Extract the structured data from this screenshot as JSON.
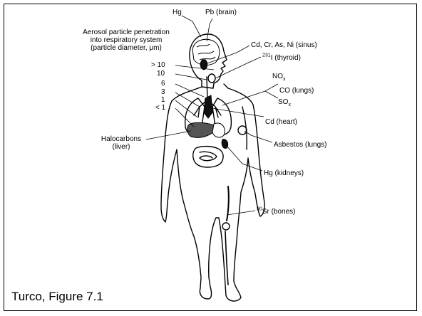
{
  "slide": {
    "caption": "Turco, Figure 7.1"
  },
  "labels": {
    "hg_top": "Hg",
    "pb": "Pb (brain)",
    "aerosol_line1": "Aerosol particle penetration",
    "aerosol_line2": "into respiratory system",
    "aerosol_line3_pre": "(particle diameter, ",
    "aerosol_unit": "μm",
    "aerosol_line3_post": ")",
    "sizes": [
      "> 10",
      "10",
      "6",
      "3",
      "1",
      "< 1"
    ],
    "metals_sinus": "Cd, Cr, As, Ni (sinus)",
    "iodine_sup": "231",
    "iodine_text": "I (thyroid)",
    "nox_base": "NO",
    "nox_sub": "x",
    "co": "CO (lungs)",
    "sox_base": "SO",
    "sox_sub": "x",
    "cd_heart": "Cd (heart)",
    "halocarbons_line1": "Halocarbons",
    "halocarbons_line2": "(liver)",
    "asbestos": "Asbestos (lungs)",
    "hg_kidneys": "Hg (kidneys)",
    "sr_sup": "90",
    "sr_text": "Sr (bones)"
  },
  "colors": {
    "frame": "#000000",
    "ink": "#000000",
    "organ_dark": "#555555",
    "organ_black": "#111111"
  }
}
